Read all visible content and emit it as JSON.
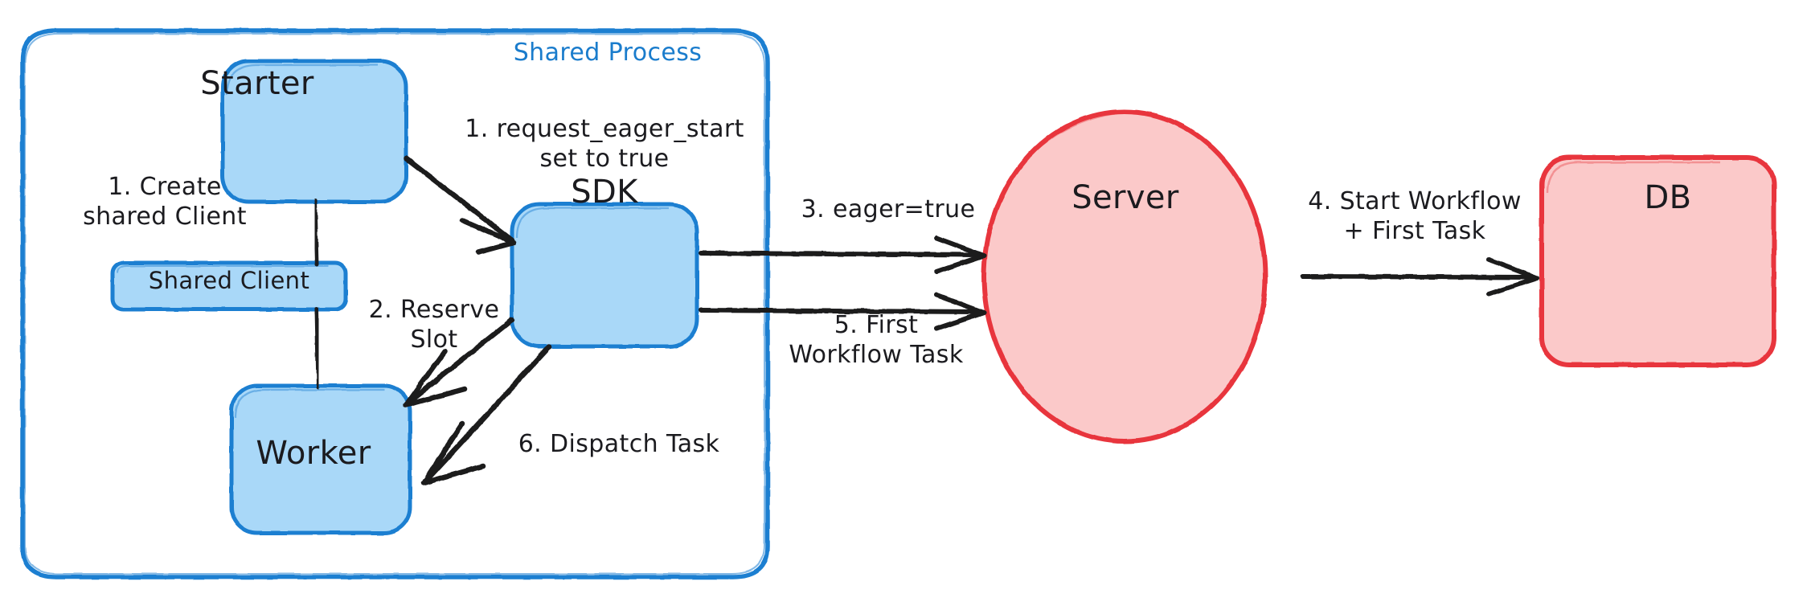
{
  "diagram": {
    "title": "Eager Workflow Start sequence",
    "type": "flow-diagram",
    "colors": {
      "blue_fill": "#a9d8f8",
      "blue_stroke": "#1d7fd1",
      "red_fill": "#fbc9c9",
      "red_stroke": "#e8363d",
      "ink": "#1b1b1f",
      "background": "#ffffff"
    }
  },
  "group": {
    "label": "Shared Process"
  },
  "nodes": {
    "starter": {
      "label": "Starter",
      "shape": "rounded-rect",
      "color": "blue"
    },
    "shared_client": {
      "label": "Shared Client",
      "shape": "rounded-rect",
      "color": "blue"
    },
    "worker": {
      "label": "Worker",
      "shape": "rounded-rect",
      "color": "blue"
    },
    "sdk": {
      "label": "SDK",
      "shape": "rounded-rect",
      "color": "blue"
    },
    "server": {
      "label": "Server",
      "shape": "ellipse",
      "color": "red"
    },
    "db": {
      "label": "DB",
      "shape": "rounded-rect",
      "color": "red"
    }
  },
  "edges": {
    "e1": {
      "label": "1. request_eager_start\nset to true",
      "from": "starter",
      "to": "sdk"
    },
    "e2": {
      "label": "2. Reserve\nSlot",
      "from": "sdk",
      "to": "worker"
    },
    "e3": {
      "label": "3. eager=true",
      "from": "sdk",
      "to": "server"
    },
    "e4": {
      "label": "4. Start Workflow\n+ First Task",
      "from": "server",
      "to": "db"
    },
    "e5": {
      "label": "5. First\nWorkflow Task",
      "from": "server",
      "to": "sdk"
    },
    "e6": {
      "label": "6. Dispatch Task",
      "from": "sdk",
      "to": "worker"
    },
    "e_create": {
      "label": "1. Create\nshared Client",
      "from": "starter",
      "to": "shared_client"
    }
  }
}
